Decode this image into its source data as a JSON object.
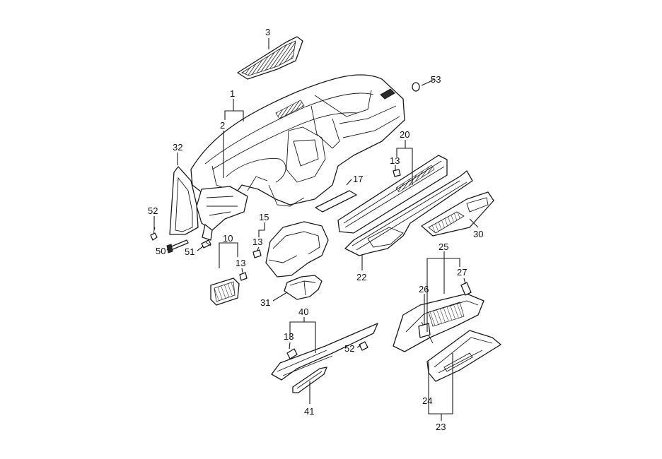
{
  "callouts": {
    "c1": "1",
    "c2": "2",
    "c3": "3",
    "c10": "10",
    "c13a": "13",
    "c13b": "13",
    "c13c": "13",
    "c13d": "13",
    "c15": "15",
    "c17": "17",
    "c20": "20",
    "c22": "22",
    "c23": "23",
    "c24": "24",
    "c25": "25",
    "c26": "26",
    "c27": "27",
    "c30": "30",
    "c31": "31",
    "c32": "32",
    "c40": "40",
    "c41": "41",
    "c50": "50",
    "c51": "51",
    "c52a": "52",
    "c52b": "52",
    "c53": "53"
  }
}
